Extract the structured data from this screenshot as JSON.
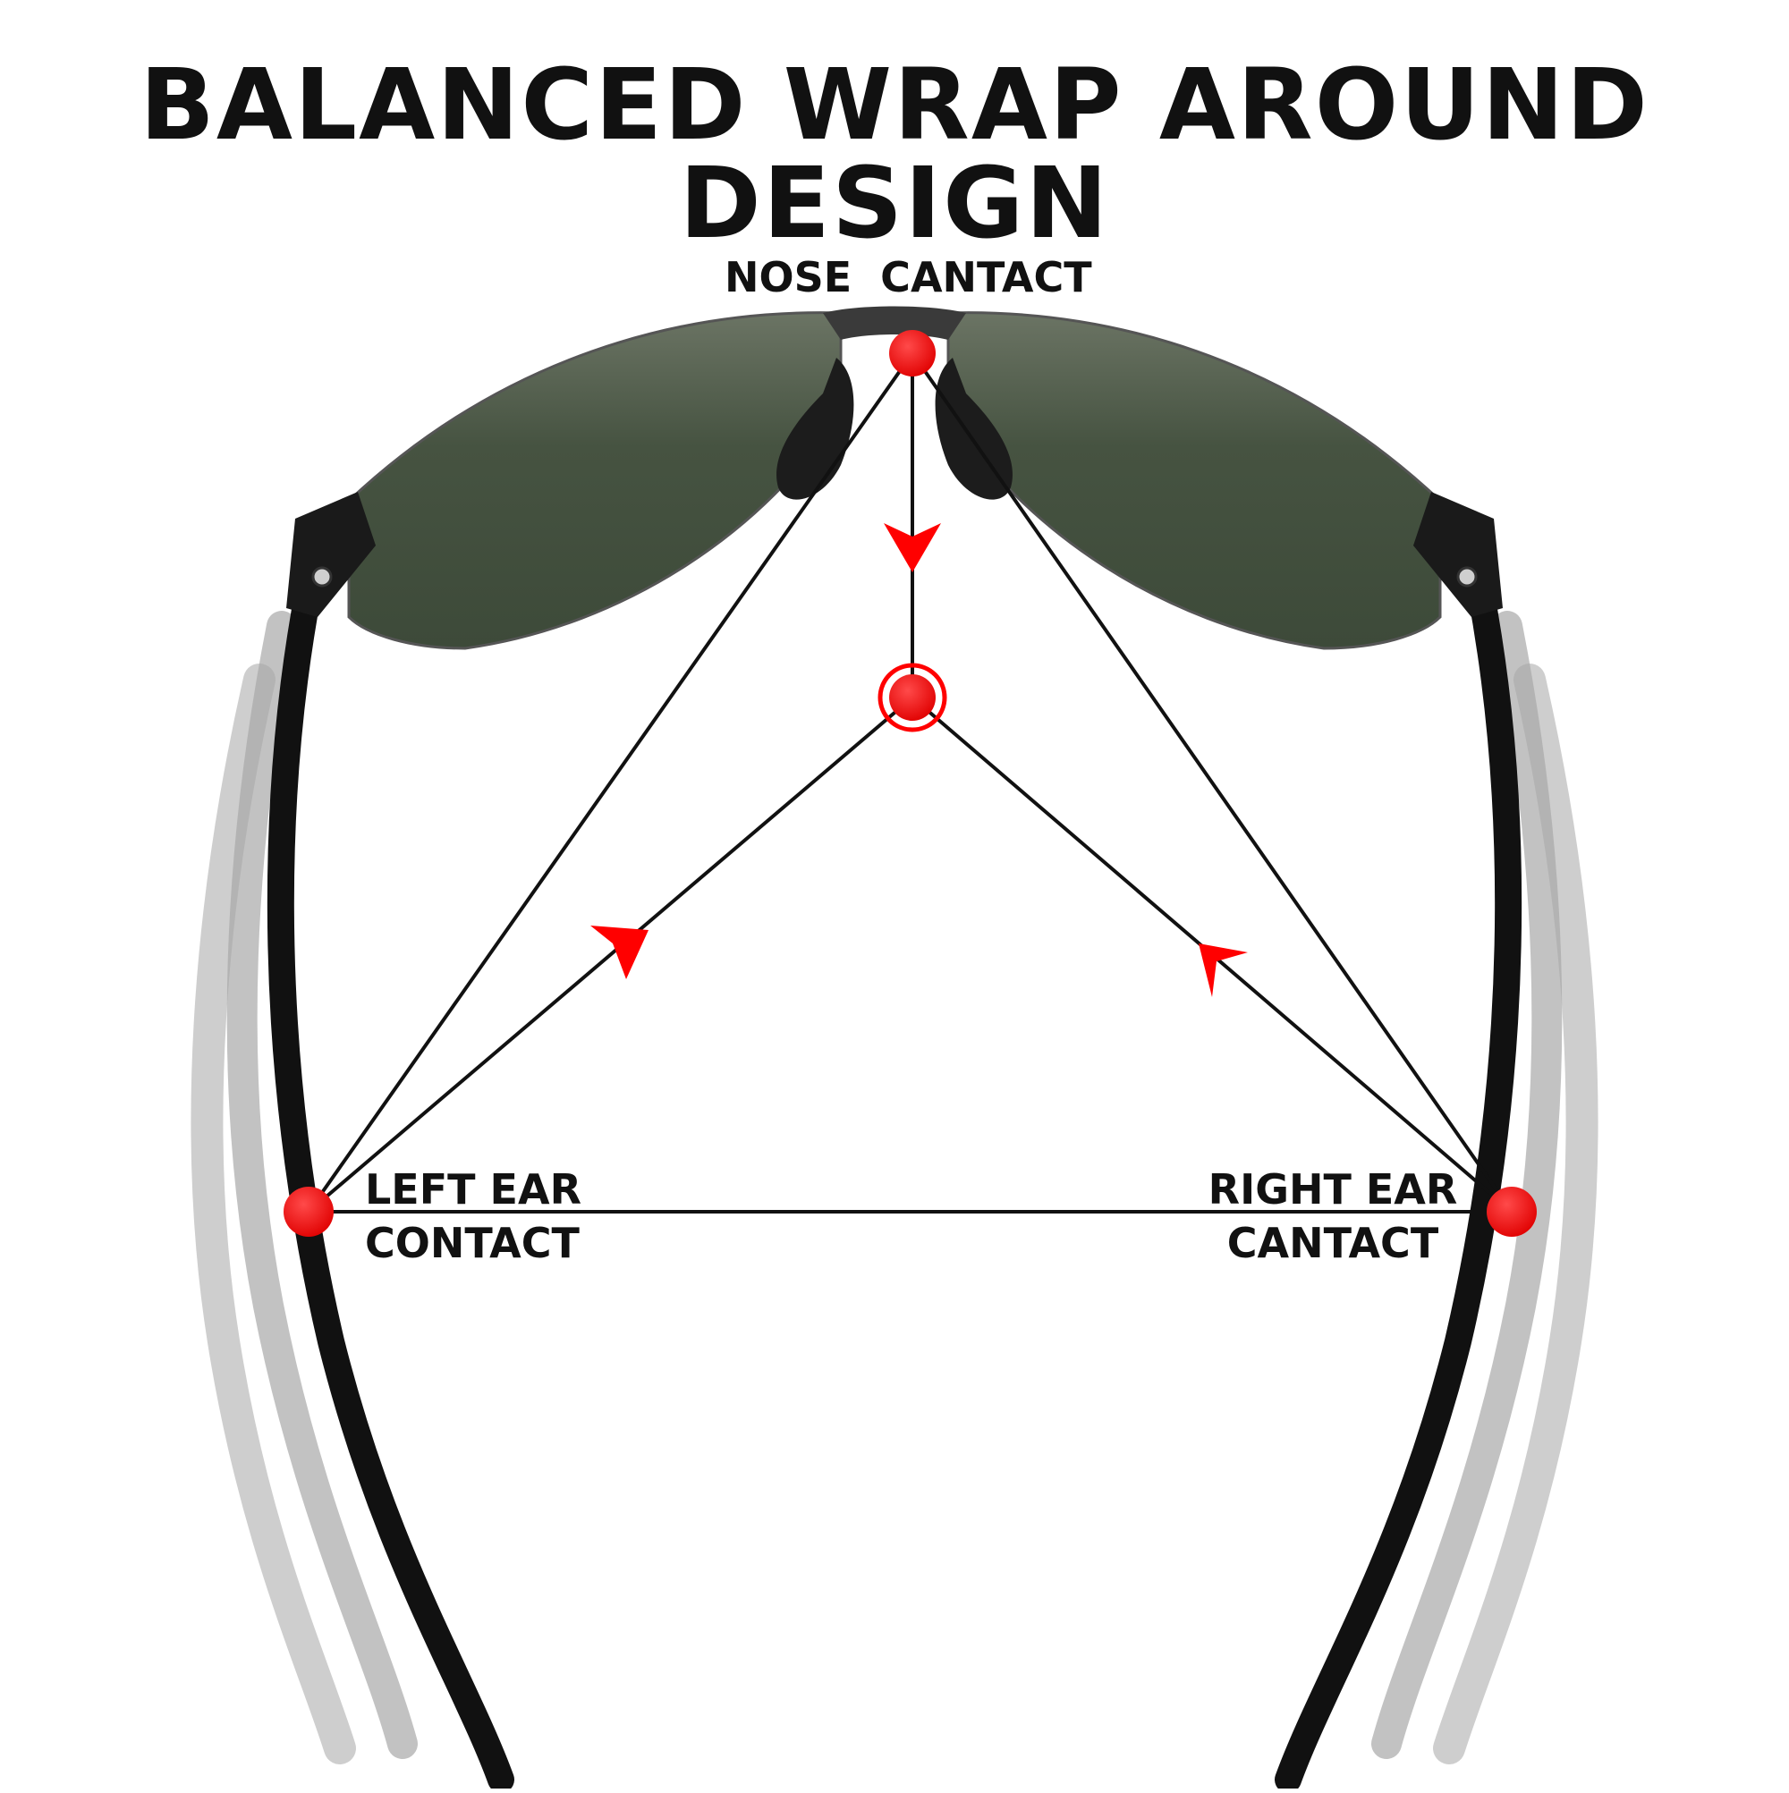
{
  "title": "BALANCED WRAP AROUND DESIGN",
  "labels": {
    "nose": "NOSE  CANTACT",
    "left_ear_line1": "LEFT EAR",
    "left_ear_line2": "CONTACT",
    "right_ear_line1": "RIGHT EAR",
    "right_ear_line2": "CANTACT"
  },
  "colors": {
    "contact_point": "#ff0000",
    "lens": "#4b5a46",
    "frame": "#111111",
    "ghost_temples": "#9a9a9a",
    "lines": "#111111",
    "background": "#ffffff"
  }
}
